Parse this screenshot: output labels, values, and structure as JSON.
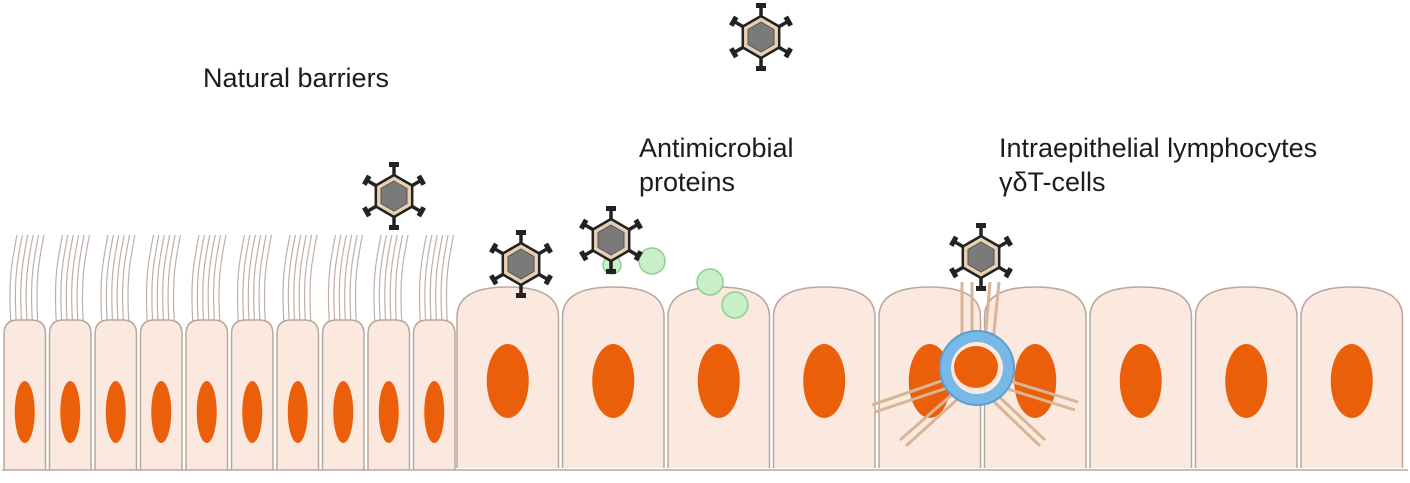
{
  "labels": {
    "natural_barriers": "Natural barriers",
    "antimicrobial_line1": "Antimicrobial",
    "antimicrobial_line2": "proteins",
    "iel_line1": "Intraepithelial lymphocytes",
    "iel_line2": "γδT-cells"
  },
  "colors": {
    "cell_fill": "#fbe9df",
    "cell_stroke": "#b8a79d",
    "nucleus": "#ec5f0a",
    "virus_core": "#7a7a7a",
    "virus_spike": "#222222",
    "virus_ring": "#e8d0b2",
    "antimicrobial_protein": "#c9efc8",
    "lymphocyte_ring": "#78b8e6"
  }
}
